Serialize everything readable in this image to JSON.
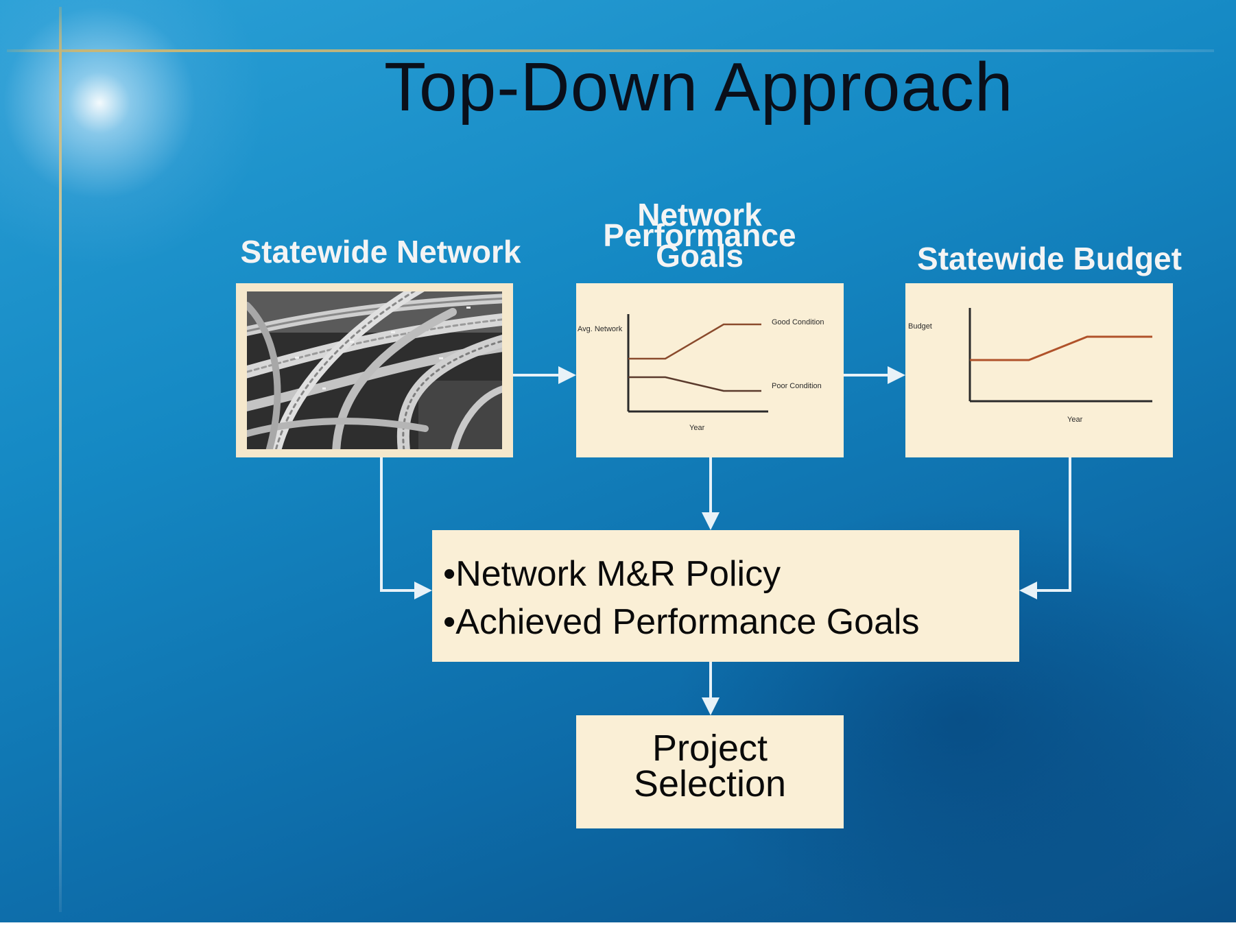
{
  "slide": {
    "title": "Top-Down Approach",
    "colors": {
      "background": "#1589c4",
      "panel": "#faefd6",
      "label_text": "#f4f4f4",
      "line_orange": "#b0522a",
      "arrow": "#e8f2f8"
    }
  },
  "columns": {
    "network": {
      "label": "Statewide Network"
    },
    "goals": {
      "label_lines": [
        "Network",
        "Performance",
        "Goals"
      ],
      "chart": {
        "y_label": "Avg. Network",
        "x_label": "Year",
        "upper_series": "Good Condition",
        "lower_series": "Poor Condition"
      }
    },
    "budget": {
      "label": "Statewide Budget",
      "chart": {
        "y_label": "Budget",
        "x_label": "Year"
      }
    }
  },
  "policy_box": {
    "bullets": [
      "•Network M&R Policy",
      "•Achieved Performance Goals"
    ]
  },
  "project_box": {
    "lines": [
      "Project",
      "Selection"
    ]
  }
}
